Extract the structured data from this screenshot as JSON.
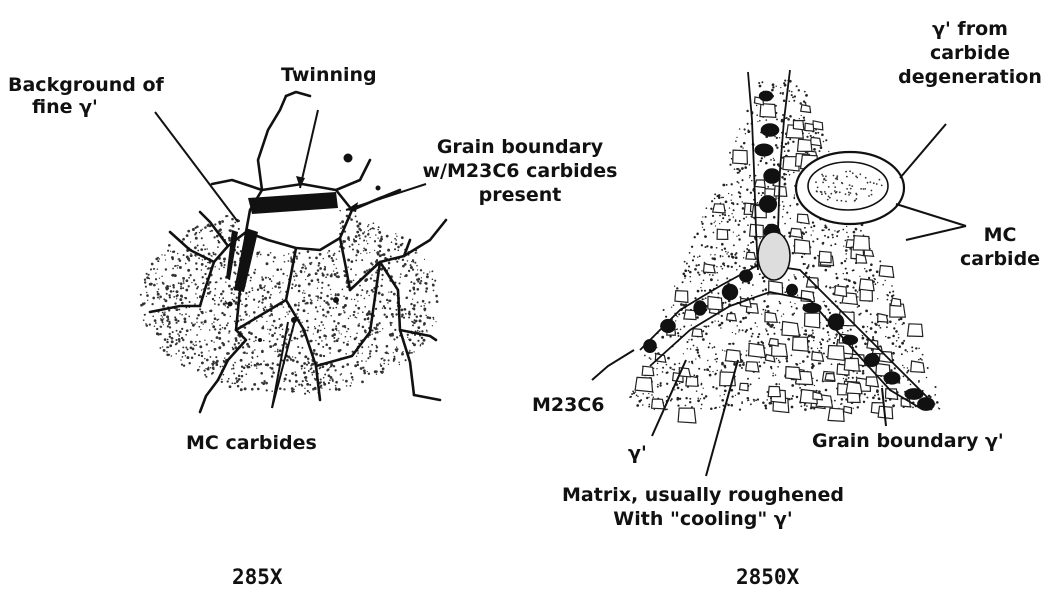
{
  "left_panel": {
    "label_background": [
      "Background of",
      "fine γ'"
    ],
    "label_twinning": "Twinning",
    "label_grain_boundary": [
      "Grain boundary",
      "w/M23C6 carbides",
      "present"
    ],
    "label_mc_carbides": "MC carbides",
    "magnification": "285X"
  },
  "right_panel": {
    "label_gamma_prime_carbide": [
      "γ' from",
      "carbide",
      "degeneration"
    ],
    "label_mc_carbide": [
      "MC",
      "carbide"
    ],
    "label_m23c6": "M23C6",
    "label_gamma_prime": "γ'",
    "label_grain_boundary_gamma": "Grain boundary γ'",
    "label_matrix": [
      "Matrix, usually roughened",
      "With \"cooling\" γ'"
    ],
    "magnification": "2850X"
  }
}
